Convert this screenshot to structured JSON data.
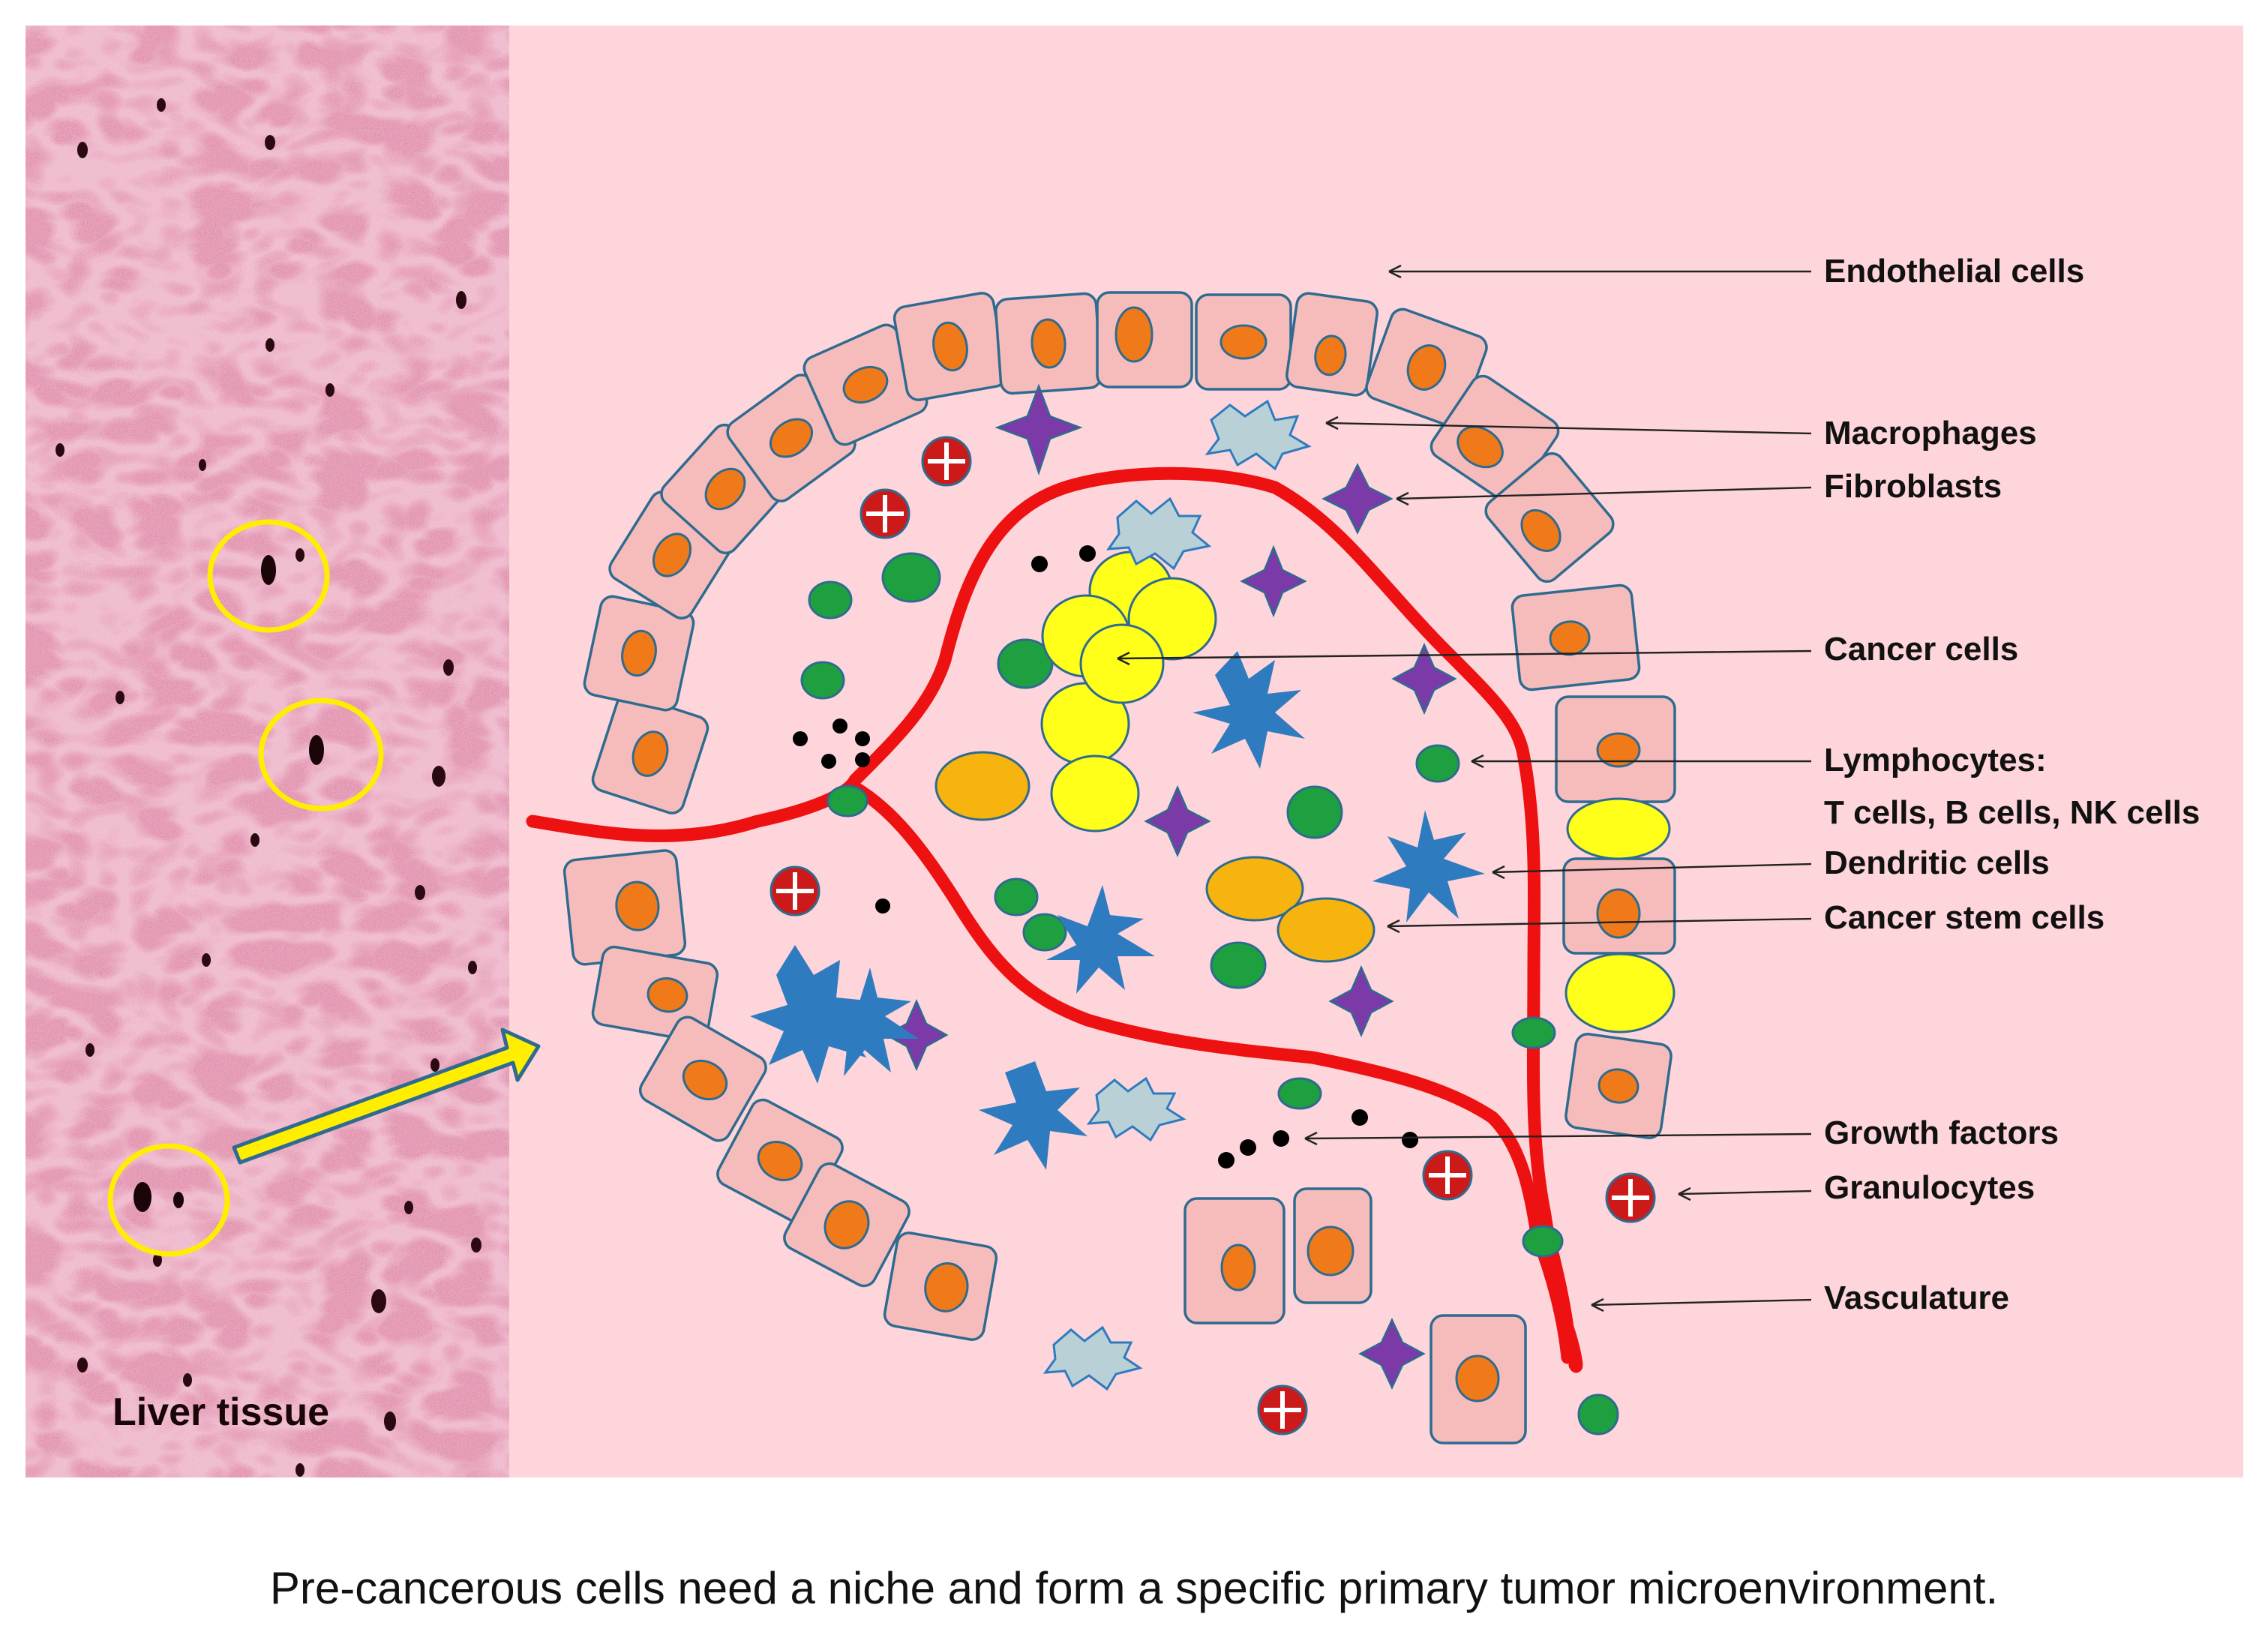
{
  "liver_panel_label": "Liver tissue",
  "labels": {
    "endothelial": "Endothelial cells",
    "macrophages": "Macrophages",
    "fibroblasts": "Fibroblasts",
    "cancer": "Cancer cells",
    "lymphocytes_line1": "Lymphocytes:",
    "lymphocytes_line2": "T cells, B cells, NK cells",
    "dendritic": "Dendritic cells",
    "cancer_stem": "Cancer stem cells",
    "growth_factors": "Growth factors",
    "granulocytes": "Granulocytes",
    "vasculature": "Vasculature"
  },
  "caption": "Pre-cancerous cells need a niche and form a specific primary tumor microenvironment.",
  "colors": {
    "background_panel": "#fdd5da",
    "liver_tissue": "#e0607a",
    "vessel": "#ee1111",
    "endothelial_cell": "#f6bcbc",
    "nucleus": "#f07a1a",
    "lymphocyte": "#1ea040",
    "cancer_cell": "#ffff1a",
    "cancer_stem_cell": "#f7b40f",
    "granulocyte": "#cc1a1a",
    "fibroblast": "#7b3aa8",
    "dendritic_cell": "#2e7bbf",
    "macrophage": "#b9d1d6",
    "highlight_circle": "#ffee00"
  }
}
